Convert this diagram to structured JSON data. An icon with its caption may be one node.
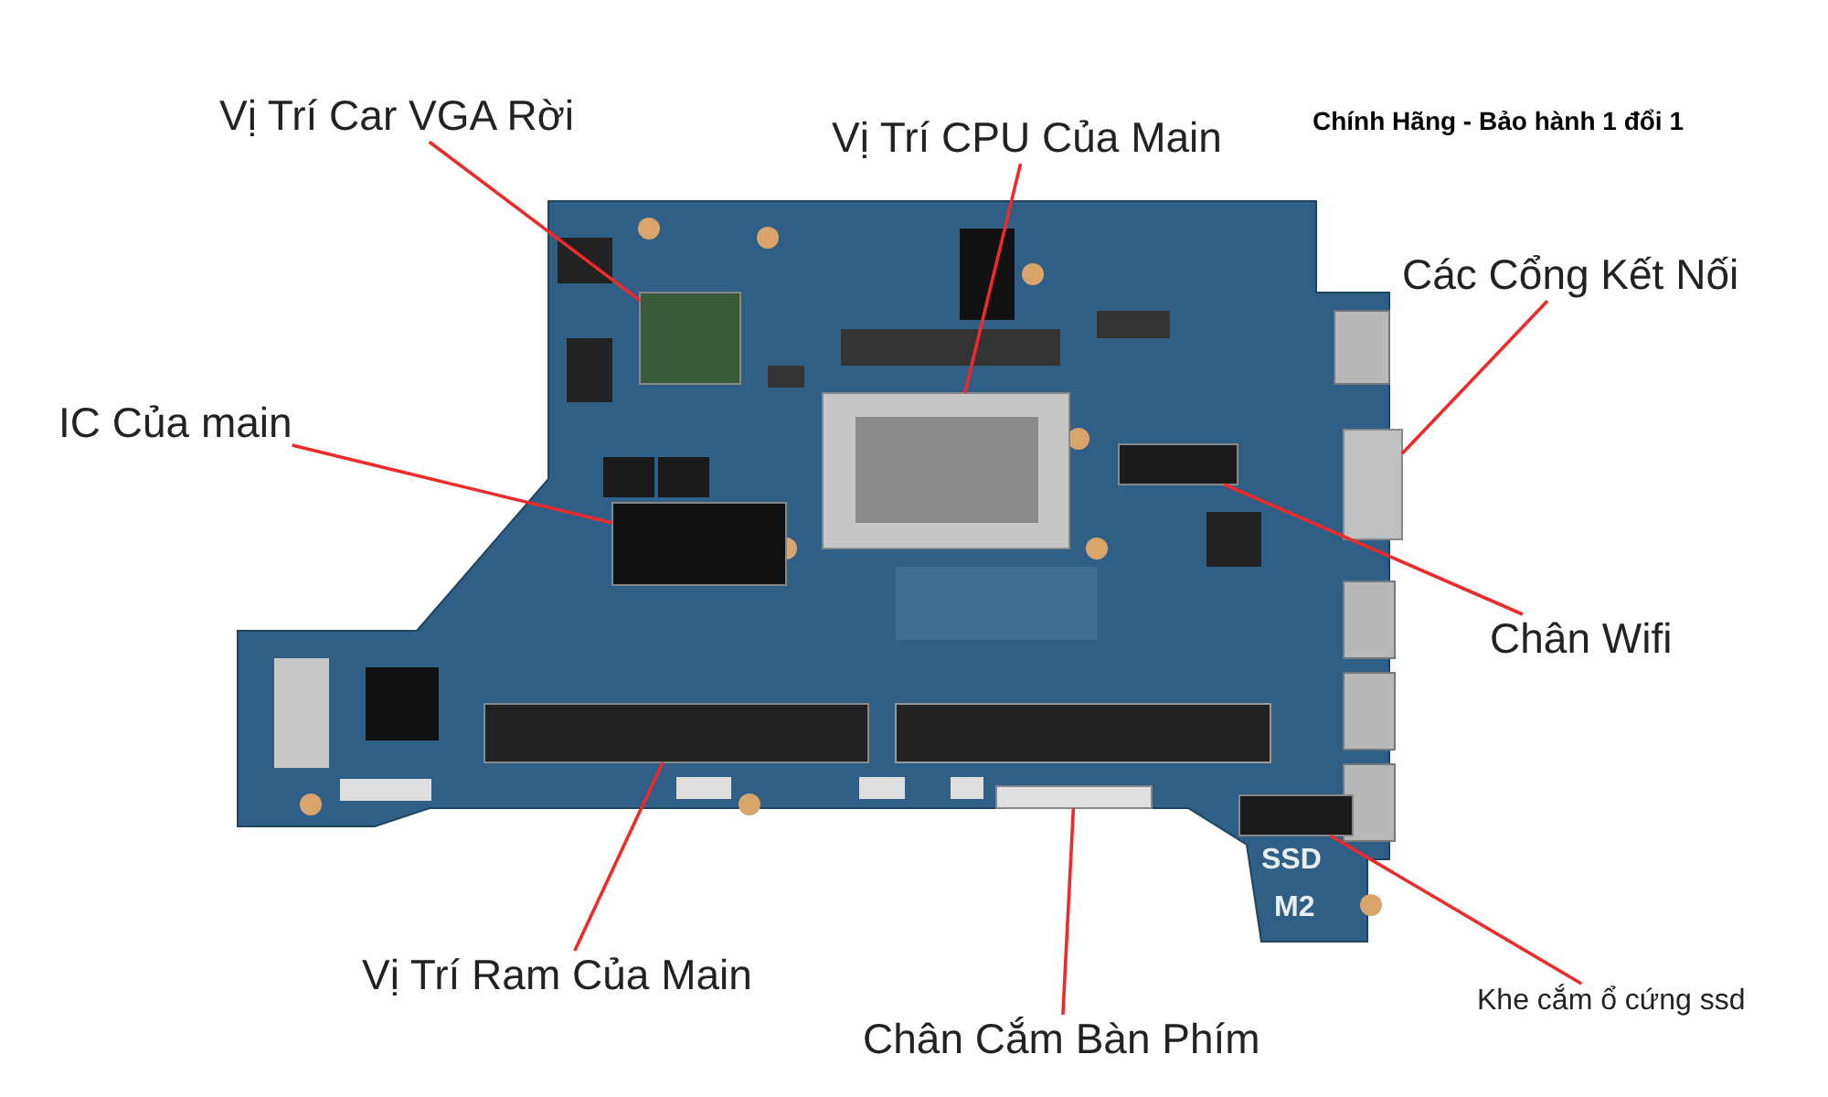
{
  "diagram": {
    "nodes": [
      {
        "text": [
          "Vị Trí Car VGA Rời"
        ]
      },
      {
        "text": [
          "Vị Trí CPU Của Main"
        ]
      },
      {
        "text": [
          "Các Cổng Kết Nối"
        ]
      },
      {
        "text": [
          "IC Của main"
        ]
      },
      {
        "text": [
          "Chân Wifi"
        ]
      },
      {
        "text": [
          "Vị Trí Ram Của Main"
        ]
      },
      {
        "text": [
          "Khe cắm ổ cứng ssd"
        ]
      },
      {
        "text": [
          "Chân Cắm Bàn Phím"
        ]
      },
      {
        "text": [],
        "shape": "box"
      },
      {
        "text": [],
        "shape": "box"
      },
      {
        "text": [],
        "shape": "box"
      },
      {
        "text": [],
        "shape": "box"
      },
      {
        "text": [],
        "shape": "box"
      },
      {
        "text": [],
        "shape": "box"
      },
      {
        "text": [],
        "shape": "box"
      },
      {
        "text": [],
        "shape": "box"
      }
    ],
    "edges": [
      {
        "from": 0,
        "to": 8,
        "arrow": "none"
      },
      {
        "from": 1,
        "to": 9,
        "arrow": "none"
      },
      {
        "from": 2,
        "to": 10,
        "arrow": "none"
      },
      {
        "from": 3,
        "to": 11,
        "arrow": "none"
      },
      {
        "from": 4,
        "to": 12,
        "arrow": "none"
      },
      {
        "from": 5,
        "to": 13,
        "arrow": "none"
      },
      {
        "from": 6,
        "to": 14,
        "arrow": "none"
      },
      {
        "from": 7,
        "to": 15,
        "arrow": "none"
      }
    ],
    "labels": [
      "Chính Hãng - Bảo hành 1 đổi 1",
      "SSD",
      "M2"
    ]
  }
}
